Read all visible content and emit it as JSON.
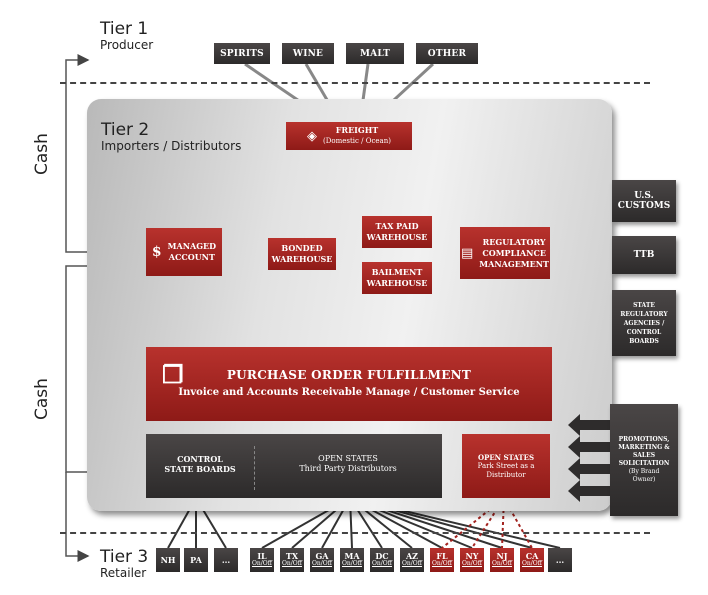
{
  "tiers": {
    "tier1": {
      "title": "Tier 1",
      "subtitle": "Producer"
    },
    "tier2": {
      "title": "Tier 2",
      "subtitle": "Importers / Distributors"
    },
    "tier3": {
      "title": "Tier 3",
      "subtitle": "Retailer"
    }
  },
  "cash_labels": {
    "top": "Cash",
    "bottom": "Cash"
  },
  "producers": [
    "SPIRITS",
    "WINE",
    "MALT",
    "OTHER"
  ],
  "freight": {
    "title": "FREIGHT",
    "subtitle": "(Domestic / Ocean)"
  },
  "managed_account": {
    "line1": "MANAGED",
    "line2": "ACCOUNT",
    "icon": "dollar-icon"
  },
  "warehouses": {
    "bonded": {
      "line1": "BONDED",
      "line2": "WAREHOUSE"
    },
    "tax_paid": {
      "line1": "TAX PAID",
      "line2": "WAREHOUSE"
    },
    "bailment": {
      "line1": "BAILMENT",
      "line2": "WAREHOUSE"
    }
  },
  "regulatory": {
    "line1": "REGULATORY",
    "line2": "COMPLIANCE",
    "line3": "MANAGEMENT",
    "icon": "document-icon"
  },
  "regulators": {
    "customs": {
      "line1": "U.S.",
      "line2": "CUSTOMS"
    },
    "ttb": "TTB",
    "state": {
      "line1": "STATE",
      "line2": "REGULATORY",
      "line3": "AGENCIES /",
      "line4": "CONTROL",
      "line5": "BOARDS"
    }
  },
  "purchase_order": {
    "title": "PURCHASE ORDER FULFILLMENT",
    "subtitle": "Invoice and Accounts Receivable Manage / Customer Service",
    "icon": "clipboard-icon"
  },
  "channels": {
    "control": {
      "line1": "CONTROL",
      "line2": "STATE BOARDS"
    },
    "open": {
      "line1": "OPEN STATES",
      "line2": "Third Party Distributors"
    },
    "park": {
      "line1": "OPEN STATES",
      "line2": "Park Street as a",
      "line3": "Distributor"
    }
  },
  "promotions": {
    "line1": "PROMOTIONS,",
    "line2": "MARKETING &",
    "line3": "SALES",
    "line4": "SOLICITATION",
    "line5": "(By Brand",
    "line6": "Owner)"
  },
  "retailers": {
    "control": [
      "NH",
      "PA",
      "..."
    ],
    "open": [
      {
        "state": "IL",
        "tag": "On/Off",
        "park": false
      },
      {
        "state": "TX",
        "tag": "On/Off",
        "park": false
      },
      {
        "state": "GA",
        "tag": "On/Off",
        "park": false
      },
      {
        "state": "MA",
        "tag": "On/Off",
        "park": false
      },
      {
        "state": "DC",
        "tag": "On/Off",
        "park": false
      },
      {
        "state": "AZ",
        "tag": "On/Off",
        "park": false
      },
      {
        "state": "FL",
        "tag": "On/Off",
        "park": true
      },
      {
        "state": "NY",
        "tag": "On/Off",
        "park": true
      },
      {
        "state": "NJ",
        "tag": "On/Off",
        "park": true
      },
      {
        "state": "CA",
        "tag": "On/Off",
        "park": true
      }
    ],
    "more": "..."
  },
  "colors": {
    "red": "#a3231f",
    "dark": "#3a3737",
    "line": "#555555"
  }
}
